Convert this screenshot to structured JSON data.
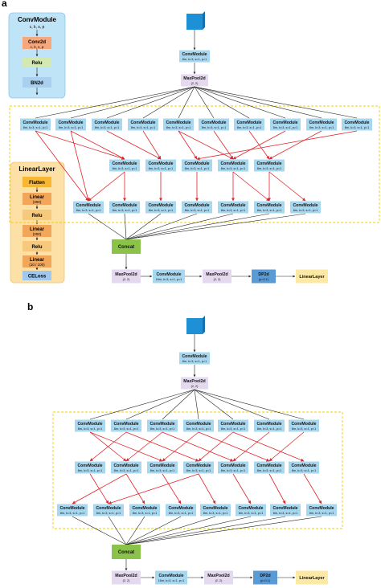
{
  "panel_labels": {
    "a": "a",
    "b": "b"
  },
  "colors": {
    "cm_fill": "#a8d8f0",
    "cm_stroke": "#6fb6dc",
    "pool_fill": "#e4d9ee",
    "pool_stroke": "#c9b8dc",
    "concat_fill": "#8bc34a",
    "dp_fill": "#5b9bd5",
    "linear_fill": "#fde9a3",
    "red_arrow": "#e0252b",
    "dash_box": "#f0d000",
    "input_block": "#1e90d6",
    "legend_cm_bg": "#bfe3f7",
    "legend_ll_bg": "#fde0a6",
    "conv2d": "#f6a77b",
    "relu": "#d4e9b2",
    "bn2d": "#a9d0ee",
    "flatten": "#f7b733",
    "linear_leg": "#f2a65a",
    "celoss": "#9ec8ee"
  },
  "legend_conv": {
    "title": "ConvModule",
    "subtitle": "c, k, s, p",
    "conv2d": "Conv2d",
    "conv2d_sub": "c, k, s, p",
    "relu": "Relu",
    "bn2d": "BN2d"
  },
  "legend_linear": {
    "title": "LinearLayer",
    "flatten": "Flatten",
    "linear1": "Linear",
    "linear1_sub": "(300)",
    "relu1": "Relu",
    "linear2": "Linear",
    "linear2_sub": "(200)",
    "relu2": "Relu",
    "linear3": "Linear",
    "linear3_sub": "(10 / 100)",
    "celoss": "CELoss"
  },
  "a": {
    "top_cm": {
      "title": "ConvModule",
      "params": "8m, k=3, s=1, p=1"
    },
    "top_pool": {
      "title": "MaxPool2d",
      "params": "(2, 2)"
    },
    "row1": {
      "title": "ConvModule",
      "params": "8m, k=3, s=1, p=1"
    },
    "row2": {
      "title": "ConvModule",
      "params": "8m, k=3, s=1, p=1"
    },
    "row3": {
      "title": "ConvModule",
      "params": "8m, k=3, s=1, p=1"
    },
    "concat": "Concat",
    "bottom": [
      {
        "title": "MaxPool2d",
        "params": "(2, 2)"
      },
      {
        "title": "ConvModule",
        "params": "16m, k=3, s=1, p=1"
      },
      {
        "title": "MaxPool2d",
        "params": "(2, 2)"
      },
      {
        "title": "DP2d",
        "params": "(p=0.1)"
      },
      {
        "title": "LinearLayer",
        "params": ""
      }
    ]
  },
  "b": {
    "top_cm": {
      "title": "ConvModule",
      "params": "8m, k=3, s=1, p=1"
    },
    "top_pool": {
      "title": "MaxPool2d",
      "params": "(2, 2)"
    },
    "row1": {
      "title": "ConvModule",
      "params": "8m, k=3, s=1, p=1"
    },
    "row2": {
      "title": "ConvModule",
      "params": "8m, k=3, s=1, p=1"
    },
    "row3": {
      "title": "ConvModule",
      "params": "8m, k=3, s=1, p=1"
    },
    "concat": "Concat",
    "bottom": [
      {
        "title": "MaxPool2d",
        "params": "(2, 2)"
      },
      {
        "title": "ConvModule",
        "params": "16m, k=3, s=1, p=1"
      },
      {
        "title": "MaxPool2d",
        "params": "(2, 2)"
      },
      {
        "title": "DP2d",
        "params": "(p=0.1)"
      },
      {
        "title": "LinearLayer",
        "params": ""
      }
    ]
  }
}
